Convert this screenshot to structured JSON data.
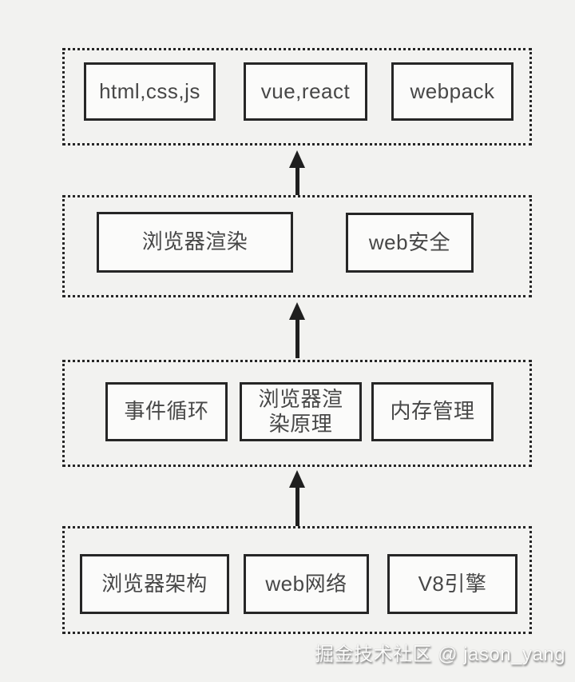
{
  "page": {
    "background_color": "#f2f2f0"
  },
  "diagram": {
    "type": "layered-roadmap",
    "flow_direction": "bottom-to-top",
    "colors": {
      "container_border": "#262626",
      "node_border": "#262626",
      "node_background": "#fbfbfa",
      "node_text": "#474747",
      "arrow": "#1f1f1f",
      "watermark_text": "#fbfbfa"
    },
    "tiers": [
      {
        "name": "frameworks-and-tooling",
        "boxes": [
          {
            "label": "html,css,js"
          },
          {
            "label": "vue,react"
          },
          {
            "label": "webpack"
          }
        ]
      },
      {
        "name": "browser-rendering-and-security",
        "boxes": [
          {
            "label": "浏览器渲染"
          },
          {
            "label": "web安全"
          }
        ]
      },
      {
        "name": "runtime-principles",
        "boxes": [
          {
            "label": "事件循环"
          },
          {
            "label": "浏览器渲染原理"
          },
          {
            "label": "内存管理"
          }
        ]
      },
      {
        "name": "browser-fundamentals",
        "boxes": [
          {
            "label": "浏览器架构"
          },
          {
            "label": "web网络"
          },
          {
            "label": "V8引擎"
          }
        ]
      }
    ],
    "arrows": [
      {
        "icon": "up-arrow",
        "from_tier": "browser-rendering-and-security",
        "to_tier": "frameworks-and-tooling"
      },
      {
        "icon": "up-arrow",
        "from_tier": "runtime-principles",
        "to_tier": "browser-rendering-and-security"
      },
      {
        "icon": "up-arrow",
        "from_tier": "browser-fundamentals",
        "to_tier": "runtime-principles"
      }
    ],
    "watermark": "掘金技术社区 @ jason_yang"
  }
}
